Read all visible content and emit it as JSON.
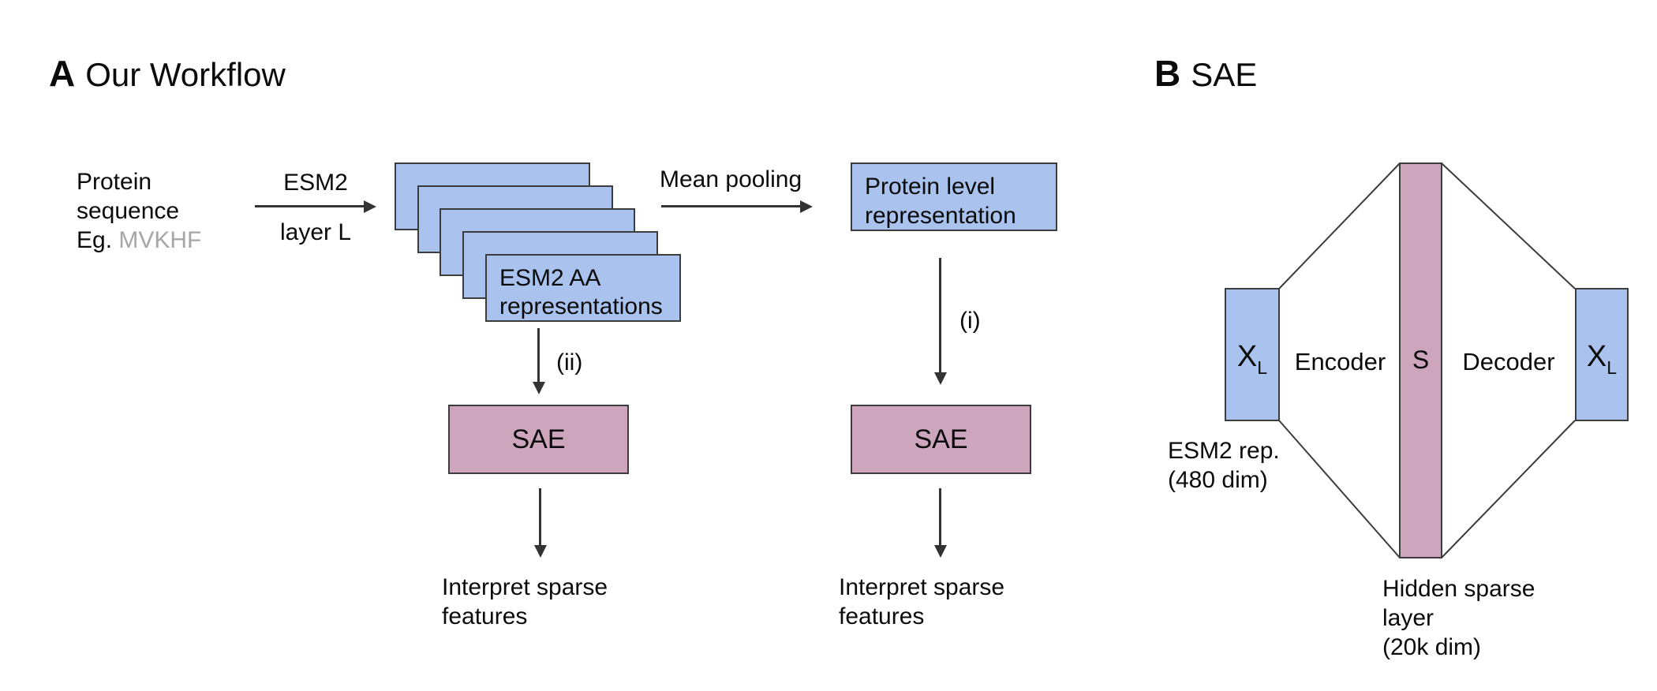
{
  "panel_a": {
    "label": "A",
    "title": "Our Workflow",
    "input_text": {
      "line1": "Protein",
      "line2": "sequence",
      "example_prefix": "Eg. ",
      "example_sequence": "MVKHF"
    },
    "esm2_arrow": {
      "label_top": "ESM2",
      "label_bottom": "layer L"
    },
    "card_stack": {
      "card_count": 5,
      "front_label_line1": "ESM2 AA",
      "front_label_line2": "representations"
    },
    "mean_pooling_label": "Mean pooling",
    "protein_level_box": {
      "line1": "Protein level",
      "line2": "representation"
    },
    "branch_ii": {
      "arrow_label": "(ii)",
      "sae_label": "SAE",
      "result_line1": "Interpret sparse",
      "result_line2": "features"
    },
    "branch_i": {
      "arrow_label": "(i)",
      "sae_label": "SAE",
      "result_line1": "Interpret sparse",
      "result_line2": "features"
    }
  },
  "panel_b": {
    "label": "B",
    "title": "SAE",
    "input_box": {
      "label_main": "X",
      "label_sub": "L"
    },
    "output_box": {
      "label_main": "X",
      "label_sub": "L"
    },
    "encoder_label": "Encoder",
    "hidden_label": "S",
    "decoder_label": "Decoder",
    "input_caption": {
      "line1": "ESM2 rep.",
      "line2": "(480 dim)"
    },
    "hidden_caption": {
      "line1": "Hidden sparse",
      "line2": "layer",
      "line3": "(20k dim)"
    }
  },
  "colors": {
    "box_blue": "#a9c3ee",
    "box_pink": "#cda6be",
    "line": "#333333",
    "muted_text": "#a6a6a6"
  }
}
